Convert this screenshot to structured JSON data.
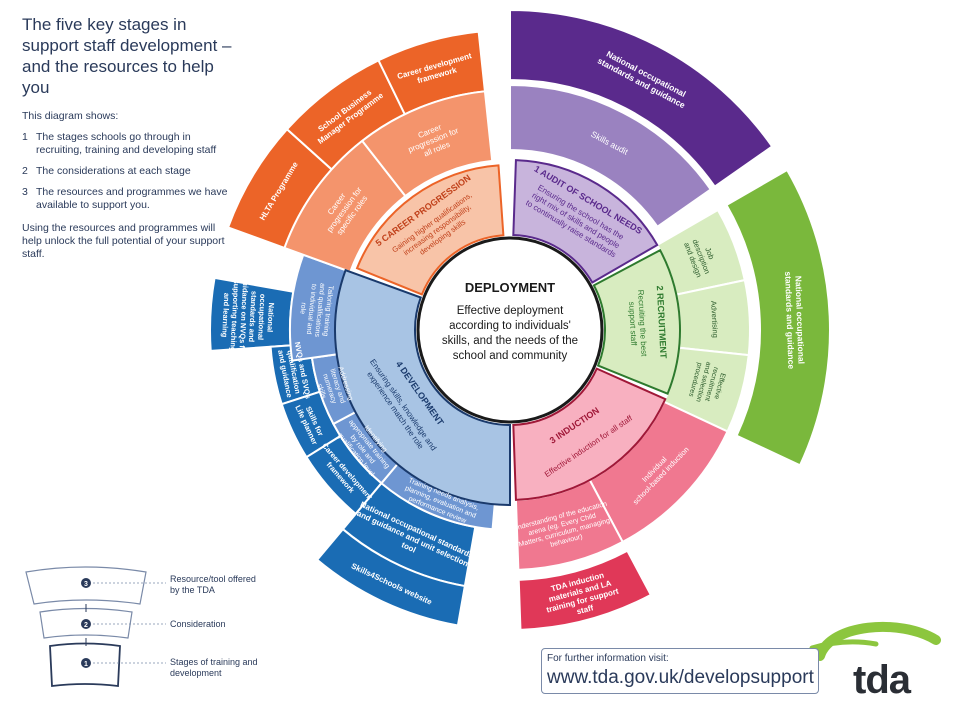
{
  "intro": {
    "title": "The five key stages in support staff development – and the resources to help you",
    "lead": "This diagram shows:",
    "items": [
      {
        "num": "1",
        "text": "The stages schools go through in recruiting, training and developing staff"
      },
      {
        "num": "2",
        "text": "The considerations at each stage"
      },
      {
        "num": "3",
        "text": "The resources and programmes we have available to support you."
      }
    ],
    "closing": "Using the resources and programmes will help unlock the full potential of your support staff."
  },
  "center": {
    "title": "DEPLOYMENT",
    "lines": [
      "Effective deployment",
      "according to individuals'",
      "skills, and the needs of the",
      "school and community"
    ]
  },
  "stages": {
    "audit": {
      "title": "1 AUDIT OF SCHOOL NEEDS",
      "text": "Ensuring the school has the right mix of skills and people to continually raise standards"
    },
    "recruitment": {
      "title": "2 RECRUITMENT",
      "text": "Recruiting the best support staff"
    },
    "induction": {
      "title": "3 INDUCTION",
      "text": "Effective induction for all staff"
    },
    "development": {
      "title": "4 DEVELOPMENT",
      "text": "Ensuring skills, knowledge and experience match the role"
    },
    "career": {
      "title": "5 CAREER PROGRESSION",
      "text": "Gaining higher qualifications, increasing responsibility, developing skills"
    }
  },
  "considerations": {
    "audit": [
      "Skills audit"
    ],
    "recruitment": [
      "Job description and design",
      "Advertising",
      "Effective recruitment and selection procedures"
    ],
    "induction": [
      "Individual school-based induction",
      "Understanding of the education arena (eg. Every Child Matters, curriculum, managing behaviour)"
    ],
    "development": [
      "Tailoring training and qualifications to individual and role",
      "Addressing literacy and numeracy skills",
      "Identifying appropriate training by role and qualification level",
      "Training needs analysis, planning, evaluation and performance review"
    ],
    "career": [
      "Career progression for specific roles",
      "Career progression for all roles"
    ]
  },
  "resources": {
    "audit": "National occupational standards and guidance",
    "recruitment": "National occupational standards and guidance",
    "induction": "TDA induction materials and LA training for support staff",
    "development": [
      "National occupational standards and guidance on NVQs for supporting teaching and learning",
      "NVQs and SVQs qualification and guidance",
      "Skills for Life planner",
      "Career development framework",
      "National occupational standards and guidance and unit selection tool",
      "Skills4Schools website"
    ],
    "career": [
      "HLTA Programme",
      "School Business Manager Programme",
      "Career development framework"
    ]
  },
  "legend": {
    "items": [
      {
        "num": "3",
        "text": "Resource/tool offered by the TDA"
      },
      {
        "num": "2",
        "text": "Consideration"
      },
      {
        "num": "1",
        "text": "Stages of training and development"
      }
    ]
  },
  "footer": {
    "label": "For further information visit:",
    "url": "www.tda.gov.uk/developsupport"
  },
  "logo": {
    "text": "tda"
  },
  "colors": {
    "audit_dark": "#5a2a8c",
    "audit_mid": "#9a82c0",
    "audit_light": "#c8b4dc",
    "recruit_dark": "#7ab83c",
    "recruit_mid": "#b4d88c",
    "recruit_light": "#d8ecc0",
    "induction_dark": "#e03858",
    "induction_mid": "#f07890",
    "induction_light": "#f8b0c0",
    "develop_dark": "#1a6cb4",
    "develop_mid": "#6e96d2",
    "develop_light": "#a8c4e4",
    "career_dark": "#ec6428",
    "career_mid": "#f4946c",
    "career_light": "#f8c4a8",
    "text": "#2a3a5a"
  }
}
